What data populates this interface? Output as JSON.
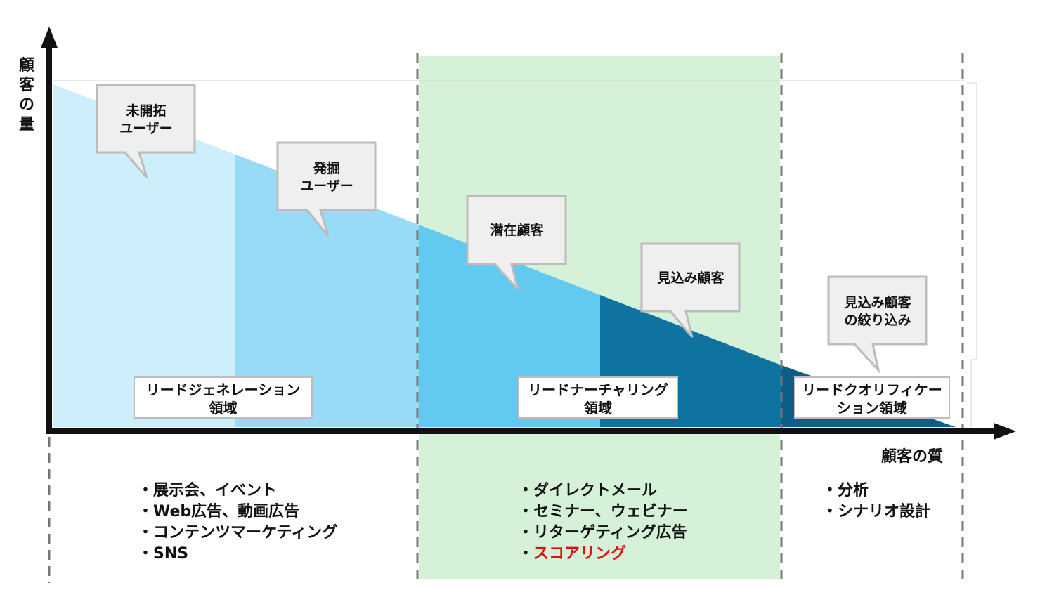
{
  "axes": {
    "y_label": "顧客の量",
    "x_label": "顧客の質"
  },
  "stages": [
    {
      "label_line1": "未開拓",
      "label_line2": "ユーザー",
      "color": "#cdeefb"
    },
    {
      "label_line1": "発掘",
      "label_line2": "ユーザー",
      "color": "#97dbf6"
    },
    {
      "label_line1": "潜在顧客",
      "label_line2": "",
      "color": "#62c9f1"
    },
    {
      "label_line1": "見込み顧客",
      "label_line2": "",
      "color": "#0e73a0"
    },
    {
      "label_line1": "見込み顧客",
      "label_line2": "の絞り込み",
      "color": "#0e5f88"
    }
  ],
  "zones": [
    {
      "label_line1": "リードジェネレーション",
      "label_line2": "領域"
    },
    {
      "label_line1": "リードナーチャリング",
      "label_line2": "領域"
    },
    {
      "label_line1": "リードクオリフィケー",
      "label_line2": "ション領域"
    }
  ],
  "zone_highlight_color": "#d5f2d8",
  "methods": {
    "generation": [
      "・展示会、イベント",
      "・Web広告、動画広告",
      "・コンテンツマーケティング",
      "・SNS"
    ],
    "nurturing": [
      "・ダイレクトメール",
      "・セミナー、ウェビナー",
      "・リターゲティング広告"
    ],
    "nurturing_highlight_bullet": "・",
    "nurturing_highlight": "スコアリング",
    "nurturing_highlight_color": "#e01010",
    "qualification": [
      "・分析",
      "・シナリオ設計"
    ]
  }
}
